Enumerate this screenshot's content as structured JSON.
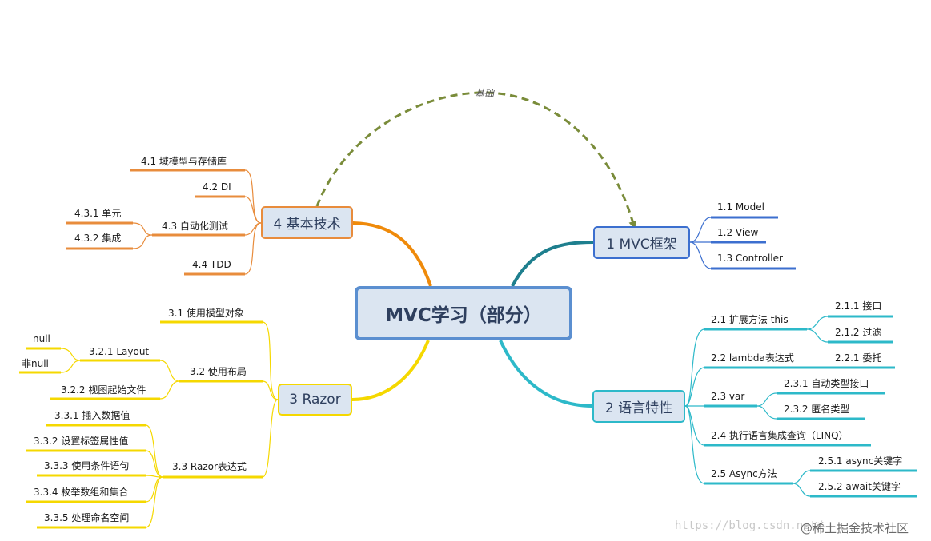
{
  "central": {
    "label": "MVC学习（部分）"
  },
  "relationship": {
    "label": "基础",
    "color": "#7a8c3a"
  },
  "branches": {
    "mvc": {
      "label": "1 MVC框架",
      "color": "#3c6fcf",
      "items": [
        "1.1  Model",
        "1.2  View",
        "1.3  Controller"
      ]
    },
    "lang": {
      "label": "2 语言特性",
      "color": "#2db9c9",
      "ext": {
        "label": "2.1  扩展方法   this",
        "children": [
          "2.1.1  接口",
          "2.1.2  过滤"
        ]
      },
      "lambda": {
        "label": "2.2  lambda表达式",
        "children": [
          "2.2.1  委托"
        ]
      },
      "var": {
        "label": "2.3  var",
        "children": [
          "2.3.1  自动类型接口",
          "2.3.2  匿名类型"
        ]
      },
      "linq": {
        "label": "2.4  执行语言集成查询（LINQ）"
      },
      "async": {
        "label": "2.5  Async方法",
        "children": [
          "2.5.1  async关键字",
          "2.5.2  await关键字"
        ]
      }
    },
    "razor": {
      "label": "3 Razor",
      "color": "#f5d800",
      "model": {
        "label": "3.1  使用模型对象"
      },
      "layout": {
        "label": "3.2  使用布局",
        "sub_layout": {
          "label": "3.2.1  Layout",
          "children": [
            "null",
            "非null"
          ]
        },
        "view_start": {
          "label": "3.2.2  视图起始文件"
        }
      },
      "expr": {
        "label": "3.3  Razor表达式",
        "children": [
          "3.3.1  插入数据值",
          "3.3.2  设置标签属性值",
          "3.3.3  使用条件语句",
          "3.3.4  枚举数组和集合",
          "3.3.5  处理命名空间"
        ]
      }
    },
    "tech": {
      "label": "4 基本技术",
      "color": "#e88c3c",
      "domain": {
        "label": "4.1  域模型与存储库"
      },
      "di": {
        "label": "4.2  DI"
      },
      "test": {
        "label": "4.3  自动化测试",
        "children": [
          "4.3.1  单元",
          "4.3.2  集成"
        ]
      },
      "tdd": {
        "label": "4.4  TDD"
      }
    }
  },
  "watermark": {
    "url": "https://blog.csdn.net/",
    "brand": "@稀土掘金技术社区"
  }
}
